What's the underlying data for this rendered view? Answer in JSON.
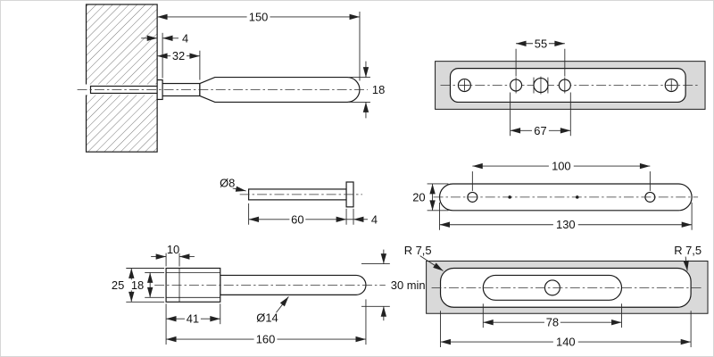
{
  "colors": {
    "panel_fill": "#d9d9d9"
  },
  "views": {
    "wall_side": {
      "length": "150",
      "flange": "4",
      "collar": "32",
      "diameter": "18"
    },
    "mounting_plate": {
      "hole_spacing": "55",
      "outer_spacing": "67"
    },
    "pin": {
      "diameter": "Ø8",
      "length": "60",
      "flange": "4"
    },
    "flat_plate": {
      "hole_spacing": "100",
      "width": "20",
      "length": "130"
    },
    "bracket_side": {
      "step": "10",
      "height": "25",
      "bore": "18",
      "head_length": "41",
      "length": "160",
      "diameter": "Ø14",
      "min_thickness": "30 min."
    },
    "recess": {
      "radius_left": "R 7,5",
      "radius_right": "R 7,5",
      "slot_length": "78",
      "length": "140"
    }
  }
}
